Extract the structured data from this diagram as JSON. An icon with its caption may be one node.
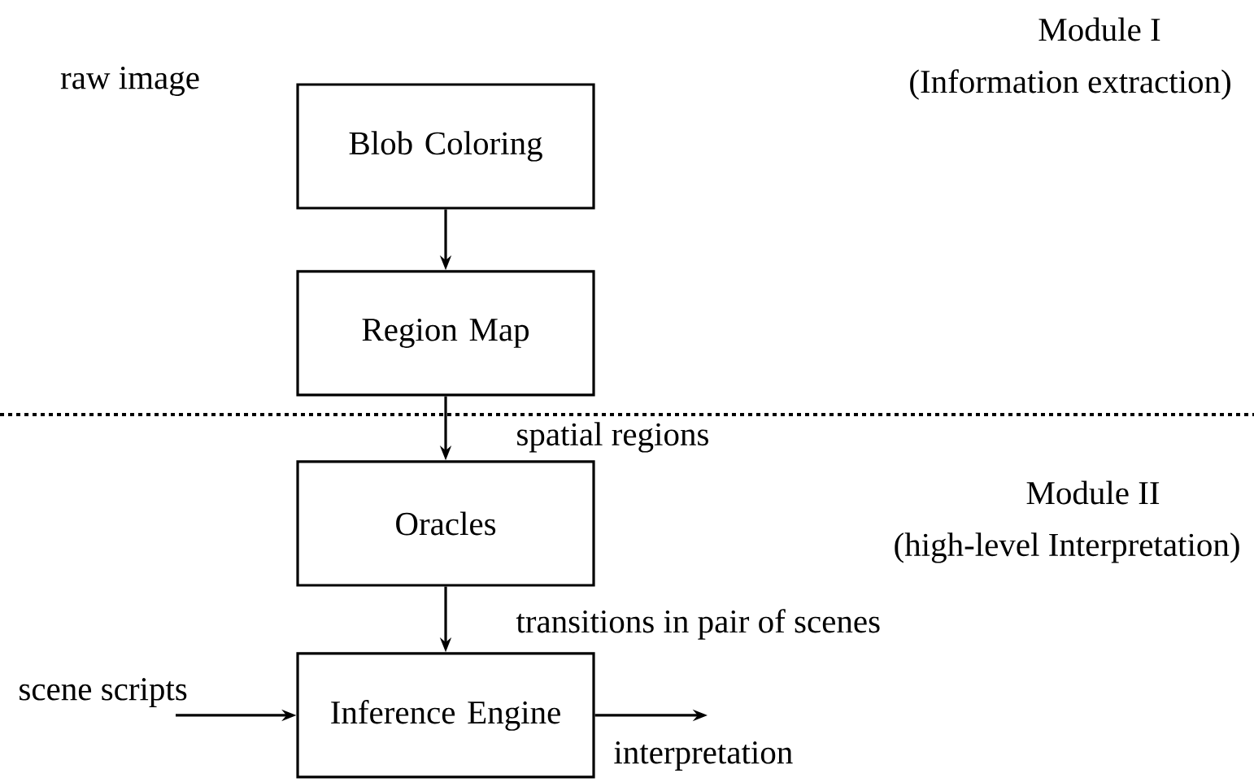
{
  "diagram": {
    "nodes": [
      {
        "text": [
          "Blob Coloring"
        ]
      },
      {
        "text": [
          "Region Map"
        ]
      },
      {
        "text": [
          "Oracles"
        ]
      },
      {
        "text": [
          "Inference Engine"
        ]
      }
    ],
    "edges": [
      {
        "from": 0,
        "to": 1,
        "arrow": "to"
      },
      {
        "from": 1,
        "to": 2,
        "arrow": "to",
        "label": "spatial regions"
      },
      {
        "from": 2,
        "to": 3,
        "arrow": "to",
        "label": "transitions in pair of scenes"
      },
      {
        "from": null,
        "to": 3,
        "arrow": "to",
        "label": "scene scripts"
      },
      {
        "from": 3,
        "to": null,
        "arrow": "to",
        "label": "interpretation"
      }
    ],
    "labels": [
      "Module I",
      "(Information extraction)",
      "raw image",
      "Module II",
      "(high-level Interpretation)"
    ]
  }
}
